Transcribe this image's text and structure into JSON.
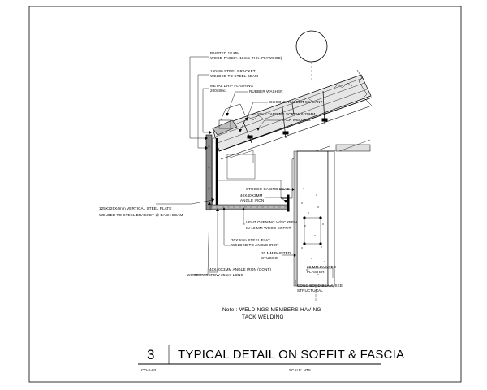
{
  "callouts": {
    "fascia_1": "PAINTED 18 MM",
    "fascia_2": "WOOD FASCIA (18mm THK. PLYWOOD)",
    "bracket_1": "160x80 STEEL BRACKET",
    "bracket_2": "WELDED TO STEEL BEAM",
    "flashing_1": "METAL DRIP FLASHING",
    "flashing_2": "200x80x1",
    "washer": "RUBBER WASHER",
    "sealant": "SILICONE RUBBER SEALANT",
    "screw": "SELF TAPPING SCREW 6/70MM",
    "tack": "TACK WELDING",
    "casing": "STUCCO CASING BEAD",
    "angle_1": "40X40X3MM",
    "angle_2": "ANGLE IRON",
    "plate_1": "125X325X4mm VERTICAL STEEL PLATE",
    "plate_2": "WELDED TO STEEL BRACKET @ EACH BEAM",
    "vent_1": "VENT OPENING W/SCREEN",
    "vent_2": "IN 18 MM WOOD SOFFIT",
    "flat_1": "30X3mm STEEL FLAT",
    "flat_2": "WELDED TO ANGLE IRON",
    "stucco_1": "20 MM PAINTED",
    "stucco_2": "STUCCO",
    "angle_cont": "40X40X3MM ANGLE IRON (CONT)",
    "wscrew": "WOODEN SCREW 25mm LONG",
    "plaster_1": "20 MM PAINTED",
    "plaster_2": "PLASTER",
    "beam_1": "CONC BOND BEAM, SEE",
    "beam_2": "STRUCTURAL"
  },
  "note": {
    "line1": "Note : WELDINGS MEMBERS HAVING",
    "line2": "TACK WELDING"
  },
  "title_block": {
    "number": "3",
    "title": "TYPICAL DETAIL ON SOFFIT & FASCIA",
    "code": "CO-S-02",
    "scale": "SCALE:  NTS"
  }
}
